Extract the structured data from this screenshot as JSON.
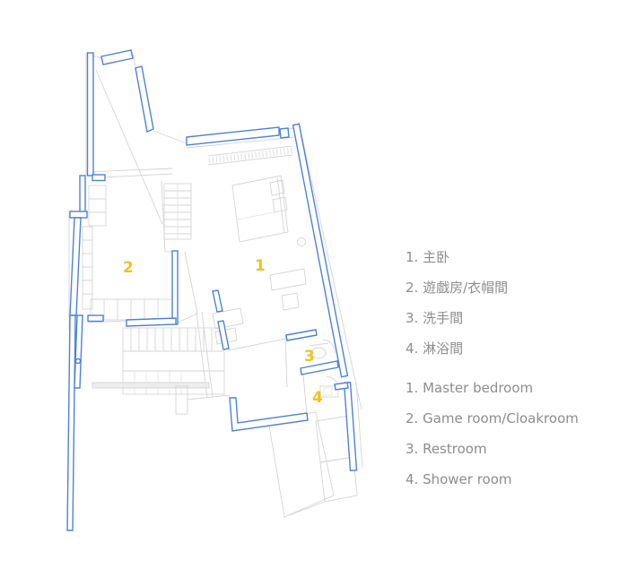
{
  "colors": {
    "wall": "#4d82d9",
    "accent": "#f2c11d",
    "legend_text": "#8d8d8d",
    "detail": "#d4d4d4"
  },
  "floorplan": {
    "rooms": [
      {
        "num": "1"
      },
      {
        "num": "2"
      },
      {
        "num": "3"
      },
      {
        "num": "4"
      }
    ]
  },
  "legend_zh": {
    "items": [
      "1. 主卧",
      "2. 遊戲房/衣帽間",
      "3. 洗手間",
      "4. 淋浴間"
    ]
  },
  "legend_en": {
    "items": [
      "1. Master bedroom",
      "2. Game room/Cloakroom",
      "3. Restroom",
      "4. Shower room"
    ]
  }
}
